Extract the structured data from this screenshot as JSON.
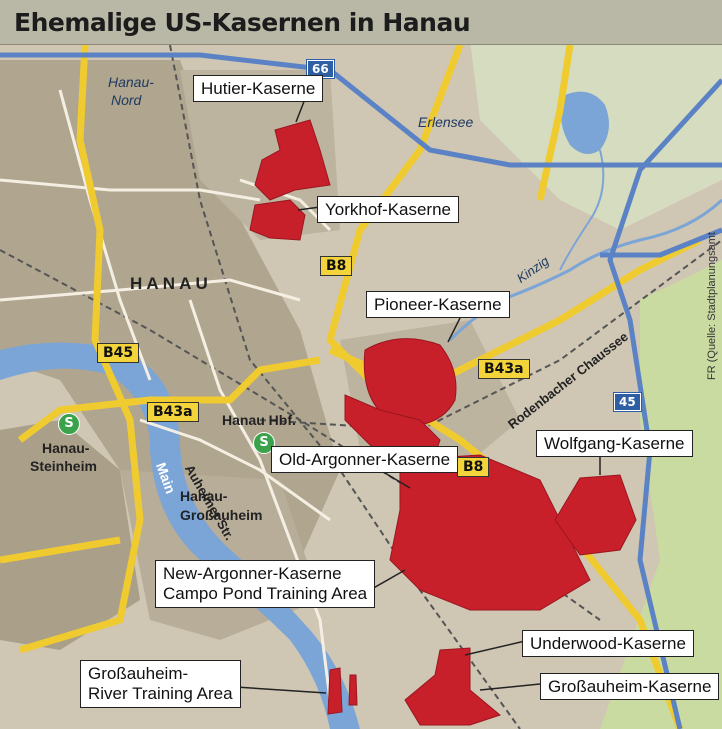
{
  "title": "Ehemalige US-Kasernen in Hanau",
  "source": "FR (Quelle: Stadtplanungsamt",
  "places": {
    "hanau_nord_1": "Hanau-",
    "hanau_nord_2": "Nord",
    "erlensee": "Erlensee",
    "hanau": "H A N A U",
    "hanau_hbf": "Hanau Hbf.",
    "hanau_steinheim_1": "Hanau-",
    "hanau_steinheim_2": "Steinheim",
    "hanau_grossauheim_1": "Hanau-",
    "hanau_grossauheim_2": "Großauheim",
    "kinzig": "Kinzig",
    "main": "Main",
    "auheimer_str": "Auheimer Str.",
    "rodenbacher": "Rodenbacher Chaussee"
  },
  "roads": {
    "b8_top": "B8",
    "b8_mid": "B8",
    "b45": "B45",
    "b43a_left": "B43a",
    "b43a_right": "B43a",
    "a66": "66",
    "a45": "45",
    "s_bahn": "S"
  },
  "kasernen": {
    "hutier": "Hutier-Kaserne",
    "yorkhof": "Yorkhof-Kaserne",
    "pioneer": "Pioneer-Kaserne",
    "old_argonner": "Old-Argonner-Kaserne",
    "wolfgang": "Wolfgang-Kaserne",
    "new_argonner_1": "New-Argonner-Kaserne",
    "new_argonner_2": "Campo Pond Training Area",
    "underwood": "Underwood-Kaserne",
    "grossauheim_kaserne": "Großauheim-Kaserne",
    "grossauheim_river_1": "Großauheim-",
    "grossauheim_river_2": "River Training Area"
  },
  "colors": {
    "kaserne": "#c8202a",
    "water": "#7aa5d6",
    "road": "#f0cb30",
    "autobahn": "#5a82c4",
    "urban": "#b0a58f",
    "green": "#c9dba0"
  }
}
